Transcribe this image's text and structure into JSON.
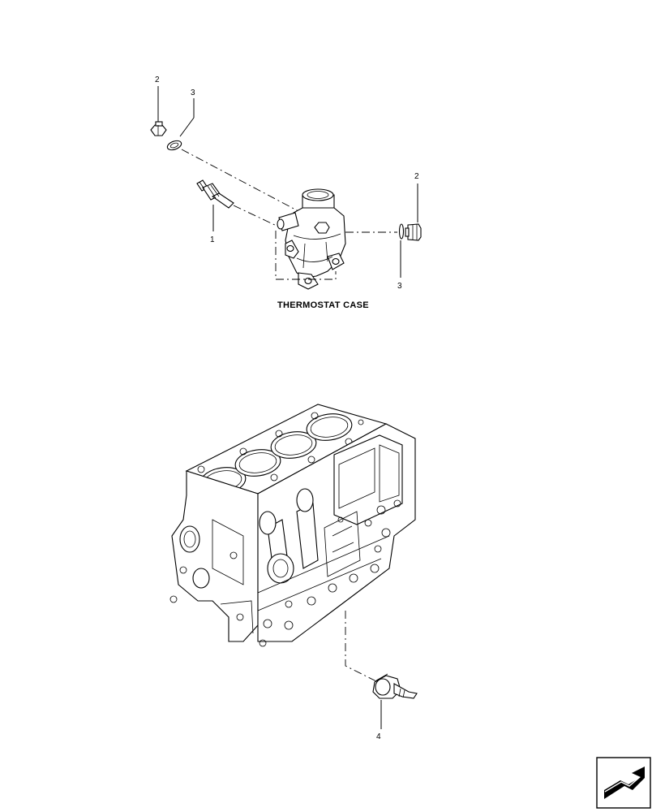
{
  "callouts": {
    "plug_top": "2",
    "washer_top": "3",
    "sensor": "1",
    "plug_right": "2",
    "washer_right": "3",
    "switch": "4"
  },
  "caption": "THERMOSTAT CASE",
  "icons": {
    "nav": "next-page-arrow-icon"
  }
}
